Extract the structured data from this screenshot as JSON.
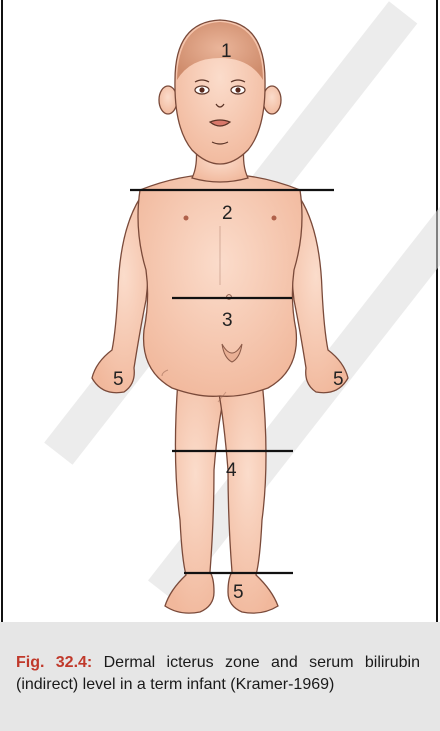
{
  "figure": {
    "zone_labels": [
      {
        "zone": "head",
        "label": "1"
      },
      {
        "zone": "upper-trunk",
        "label": "2"
      },
      {
        "zone": "lower-trunk",
        "label": "3"
      },
      {
        "zone": "legs",
        "label": "4"
      },
      {
        "zone": "left-hand",
        "label": "5"
      },
      {
        "zone": "right-hand",
        "label": "5"
      },
      {
        "zone": "feet",
        "label": "5"
      }
    ],
    "colors": {
      "skin": "#f6c7ae",
      "skin_shadow": "#e3a487",
      "outline": "#7a4a3a",
      "hair": "#d99c7c",
      "zone_line": "#111111"
    }
  },
  "caption": {
    "label": "Fig. 32.4:",
    "text": " Dermal icterus zone and serum bilirubin (indirect) level in a term infant (Kramer-1969)"
  }
}
